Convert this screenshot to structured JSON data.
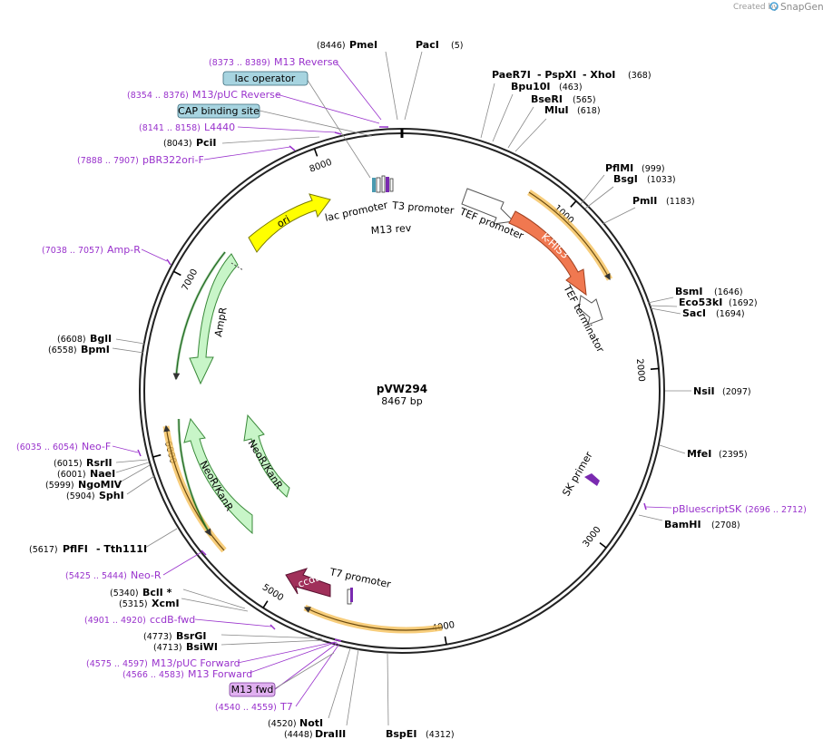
{
  "header": {
    "created_by": "Created by",
    "brand": "SnapGene"
  },
  "plasmid": {
    "name": "pVW294",
    "size_label": "8467 bp"
  },
  "tick_labels": [
    {
      "text": "1000",
      "pos": 1000
    },
    {
      "text": "2000",
      "pos": 2000
    },
    {
      "text": "3000",
      "pos": 3000
    },
    {
      "text": "4000",
      "pos": 4000
    },
    {
      "text": "5000",
      "pos": 5000
    },
    {
      "text": "6000",
      "pos": 6000
    },
    {
      "text": "7000",
      "pos": 7000
    },
    {
      "text": "8000",
      "pos": 8000
    }
  ],
  "enzymes": [
    {
      "name": "PmeI",
      "pos_label": "(8446)"
    },
    {
      "name": "PacI",
      "pos_label": "(5)"
    },
    {
      "name": "PaeR7I",
      "pos_label": ""
    },
    {
      "name": "- PspXI",
      "pos_label": ""
    },
    {
      "name": "- XhoI",
      "pos_label": "(368)"
    },
    {
      "name": "Bpu10I",
      "pos_label": "(463)"
    },
    {
      "name": "BseRI",
      "pos_label": "(565)"
    },
    {
      "name": "MluI",
      "pos_label": "(618)"
    },
    {
      "name": "PflMI",
      "pos_label": "(999)"
    },
    {
      "name": "BsgI",
      "pos_label": "(1033)"
    },
    {
      "name": "PmlI",
      "pos_label": "(1183)"
    },
    {
      "name": "BsmI",
      "pos_label": "(1646)"
    },
    {
      "name": "Eco53kI",
      "pos_label": "(1692)"
    },
    {
      "name": "SacI",
      "pos_label": "(1694)"
    },
    {
      "name": "NsiI",
      "pos_label": "(2097)"
    },
    {
      "name": "MfeI",
      "pos_label": "(2395)"
    },
    {
      "name": "BamHI",
      "pos_label": "(2708)"
    },
    {
      "name": "BspEI",
      "pos_label": "(4312)"
    },
    {
      "name": "DraIII",
      "pos_label": "(4448)"
    },
    {
      "name": "NotI",
      "pos_label": "(4520)"
    },
    {
      "name": "BsiWI",
      "pos_label": "(4713)"
    },
    {
      "name": "BsrGI",
      "pos_label": "(4773)"
    },
    {
      "name": "XcmI",
      "pos_label": "(5315)"
    },
    {
      "name": "BclI *",
      "pos_label": "(5340)"
    },
    {
      "name": "PflFI",
      "pos_label": "(5617)"
    },
    {
      "name": "- Tth111I",
      "pos_label": ""
    },
    {
      "name": "SphI",
      "pos_label": "(5904)"
    },
    {
      "name": "NgoMIV",
      "pos_label": "(5999)"
    },
    {
      "name": "NaeI",
      "pos_label": "(6001)"
    },
    {
      "name": "RsrII",
      "pos_label": "(6015)"
    },
    {
      "name": "BpmI",
      "pos_label": "(6558)"
    },
    {
      "name": "BglI",
      "pos_label": "(6608)"
    },
    {
      "name": "PciI",
      "pos_label": "(8043)"
    }
  ],
  "primers": [
    {
      "name": "M13 Reverse",
      "pos_label": "(8373 .. 8389)"
    },
    {
      "name": "M13/pUC Reverse",
      "pos_label": "(8354 .. 8376)"
    },
    {
      "name": "L4440",
      "pos_label": "(8141 .. 8158)"
    },
    {
      "name": "pBR322ori-F",
      "pos_label": "(7888 .. 7907)"
    },
    {
      "name": "Amp-R",
      "pos_label": "(7038 .. 7057)"
    },
    {
      "name": "Neo-F",
      "pos_label": "(6035 .. 6054)"
    },
    {
      "name": "Neo-R",
      "pos_label": "(5425 .. 5444)"
    },
    {
      "name": "ccdB-fwd",
      "pos_label": "(4901 .. 4920)"
    },
    {
      "name": "M13/pUC Forward",
      "pos_label": "(4575 .. 4597)"
    },
    {
      "name": "M13 Forward",
      "pos_label": "(4566 .. 4583)"
    },
    {
      "name": "T7",
      "pos_label": "(4540 .. 4559)"
    },
    {
      "name": "pBluescriptSK",
      "pos_label": "(2696 .. 2712)"
    }
  ],
  "boxed_labels": [
    {
      "name": "lac operator",
      "color": "#a7d4e0"
    },
    {
      "name": "CAP binding site",
      "color": "#a7d4e0"
    },
    {
      "name": "M13 fwd",
      "color": "#e0b0f0"
    }
  ],
  "features": [
    {
      "name": "lac promoter"
    },
    {
      "name": "T3 promoter"
    },
    {
      "name": "M13 rev"
    },
    {
      "name": "TEF promoter"
    },
    {
      "name": "K-HIS3"
    },
    {
      "name": "TEF terminator"
    },
    {
      "name": "SK primer"
    },
    {
      "name": "T7 promoter"
    },
    {
      "name": "ccdB"
    },
    {
      "name": "NeoR/KanR"
    },
    {
      "name": "NeoR/KanR"
    },
    {
      "name": "AmpR"
    },
    {
      "name": "ori"
    }
  ],
  "colors": {
    "backbone": "#222222",
    "primer": "#9932cc",
    "his3": "#f07850",
    "ori": "#ffff00",
    "resistance": "#c8f5c8",
    "ccdb": "#a0305a",
    "orf_highlight": "#f5c05a",
    "orf_line": "#2a8a2a"
  }
}
